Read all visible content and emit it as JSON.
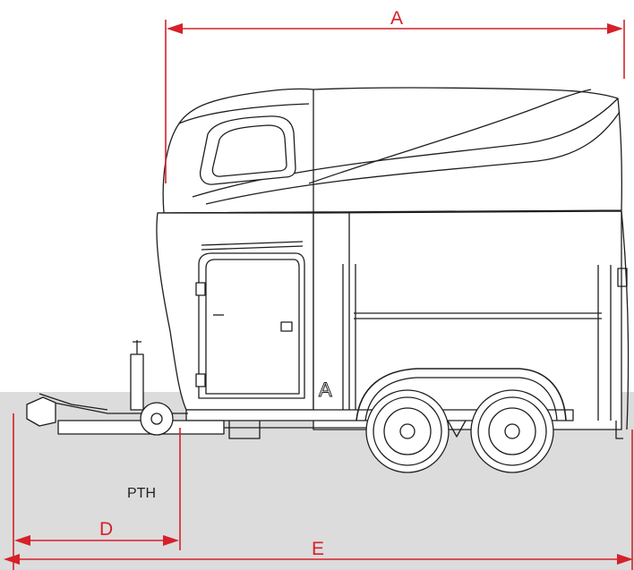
{
  "dimensions": {
    "A": "A",
    "D": "D",
    "E": "E"
  },
  "marker": "PTH",
  "logo_letter": "A",
  "colors": {
    "dimension_line": "#d6202a",
    "ground": "#dcdcdc",
    "outline": "#1e1e1e"
  }
}
